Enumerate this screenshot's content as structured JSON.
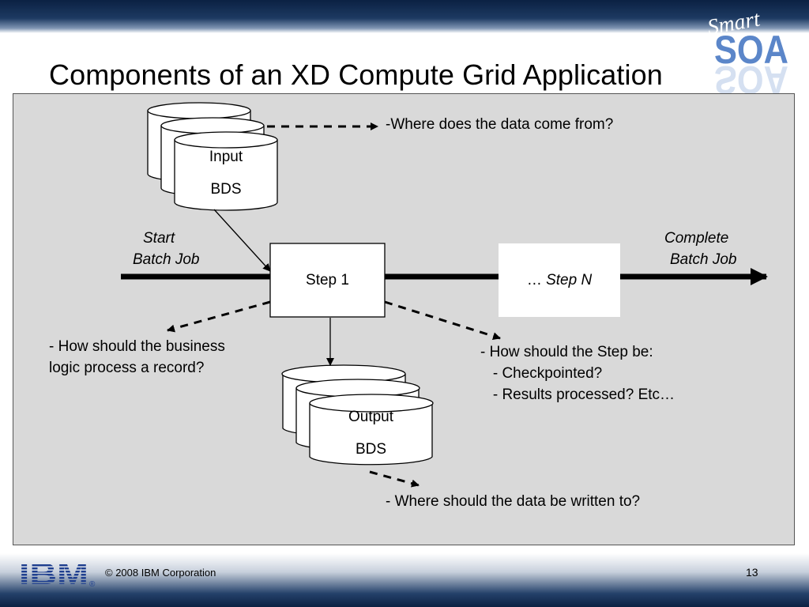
{
  "slide": {
    "title": "Components of an XD Compute Grid Application",
    "page_number": "13",
    "copyright": "© 2008 IBM Corporation"
  },
  "logos": {
    "smart_soa": {
      "line1": "Smart",
      "line2": "SOA"
    },
    "ibm": {
      "text": "IBM",
      "registered": "®"
    }
  },
  "diagram": {
    "input_store": {
      "line1": "Input",
      "line2": "BDS"
    },
    "output_store": {
      "line1": "Output",
      "line2": "BDS"
    },
    "step_1": "Step 1",
    "step_n": {
      "prefix": "… ",
      "label": "Step N"
    },
    "start": {
      "line1": "Start",
      "line2": "Batch Job"
    },
    "complete": {
      "line1": "Complete",
      "line2": "Batch Job"
    },
    "notes": {
      "data_source": "-Where does the data come from?",
      "business_logic": [
        "- How should the business",
        "logic process a record?"
      ],
      "step_config": [
        "- How should the Step be:",
        "   - Checkpointed?",
        "   - Results processed? Etc…"
      ],
      "data_destination": "- Where should the data be written to?"
    }
  },
  "colors": {
    "panel_background": "#d9d9d9",
    "header_navy": "#0b2143",
    "logo_blue": "#5b86c9"
  }
}
